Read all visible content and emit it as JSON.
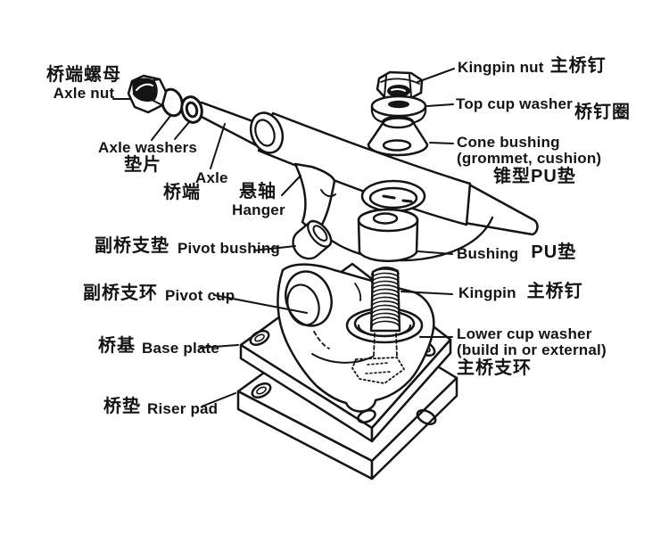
{
  "colors": {
    "ink": "#141414",
    "background": "#ffffff"
  },
  "labels": {
    "axle_nut": {
      "cn": "桥端螺母",
      "en": "Axle nut"
    },
    "axle_washers": {
      "en": "Axle washers",
      "cn": "垫片"
    },
    "axle": {
      "en": "Axle",
      "cn": "桥端"
    },
    "hanger": {
      "cn": "悬轴",
      "en": "Hanger"
    },
    "pivot_bushing": {
      "cn": "副桥支垫",
      "en": "Pivot bushing"
    },
    "pivot_cup": {
      "cn": "副桥支环",
      "en": "Pivot cup"
    },
    "base_plate": {
      "cn": "桥基",
      "en": "Base plate"
    },
    "riser_pad": {
      "cn": "桥垫",
      "en": "Riser pad"
    },
    "kingpin_nut": {
      "en": "Kingpin nut",
      "cn": "主桥钉"
    },
    "top_cup_washer": {
      "en": "Top cup washer",
      "cn": "桥钉圈"
    },
    "cone_bushing": {
      "en": "Cone bushing",
      "sub": "(grommet, cushion)",
      "cn": "锥型PU垫"
    },
    "bushing": {
      "en": "Bushing",
      "cn": "PU垫"
    },
    "kingpin": {
      "en": "Kingpin",
      "cn": "主桥钉"
    },
    "lower_cup_washer": {
      "en": "Lower cup washer",
      "sub": "(build in or external)",
      "cn": "主桥支环"
    }
  }
}
